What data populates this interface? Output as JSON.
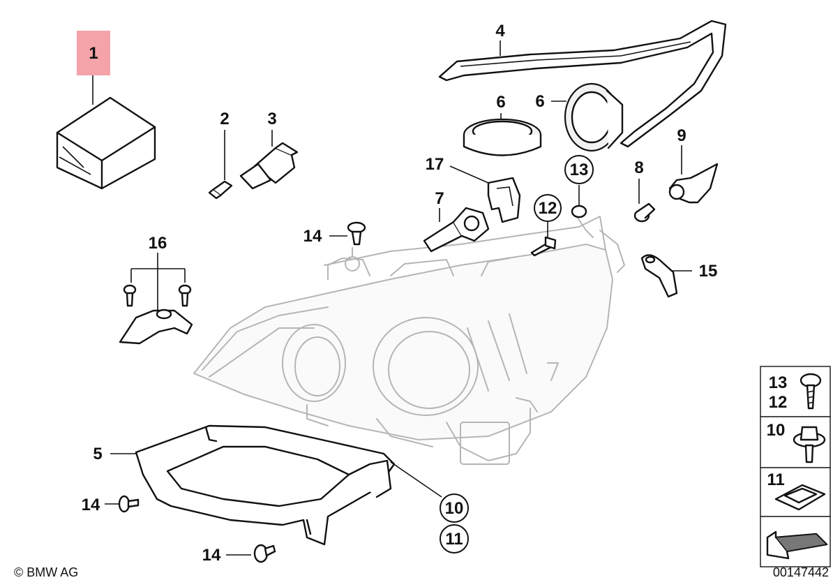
{
  "diagram": {
    "copyright": "© BMW AG",
    "diagram_number": "00147442",
    "highlighted_callout": "1",
    "highlight_color": "#f4a3a8",
    "callouts": {
      "c1": "1",
      "c2": "2",
      "c3": "3",
      "c4": "4",
      "c5": "5",
      "c6a": "6",
      "c6b": "6",
      "c7": "7",
      "c8": "8",
      "c9": "9",
      "c10": "10",
      "c11": "11",
      "c12": "12",
      "c13": "13",
      "c14a": "14",
      "c14b": "14",
      "c14c": "14",
      "c15": "15",
      "c16": "16",
      "c17": "17"
    },
    "legend": {
      "row1_a": "13",
      "row1_b": "12",
      "row2": "10",
      "row3": "11"
    }
  }
}
